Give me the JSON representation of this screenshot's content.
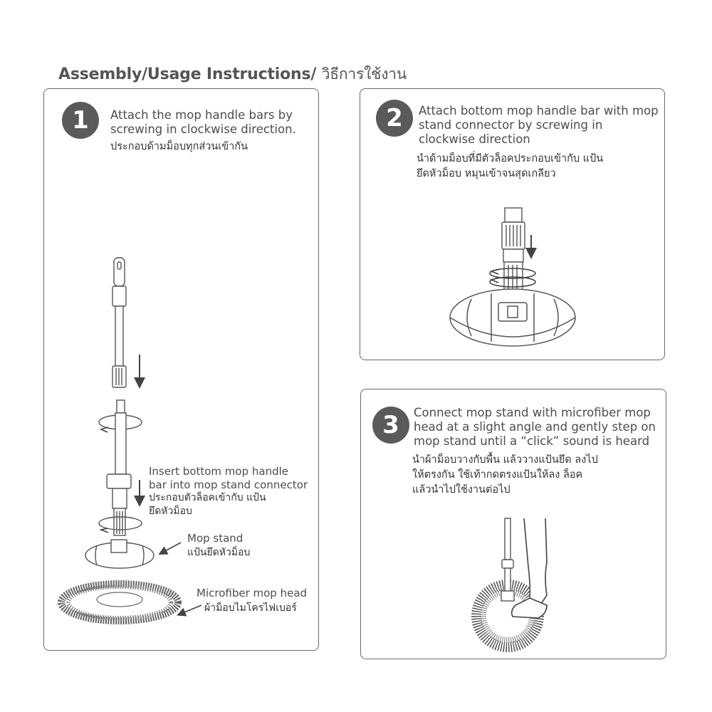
{
  "header": {
    "title_en": "Assembly/Usage Instructions",
    "title_sep": "/ ",
    "title_th": "วิธีการใช้งาน"
  },
  "step1": {
    "number": "1",
    "text_en": "Attach the mop handle bars by screwing in clockwise direction.",
    "text_th": "ประกอบด้ามม็อบทุกส่วนเข้ากัน",
    "label_insert_en": "Insert bottom mop handle bar into mop stand connector",
    "label_insert_th": "ประกอบตัวล็อคเข้ากับ แป้นยึดหัวม็อบ",
    "label_stand_en": "Mop stand",
    "label_stand_th": "แป้นยึดหัวม็อบ",
    "label_head_en": "Microfiber mop head",
    "label_head_th": "ผ้าม็อบไมโครไฟเบอร์"
  },
  "step2": {
    "number": "2",
    "text_en": "Attach bottom mop handle bar with mop stand connector by screwing in clockwise direction",
    "text_th": "นำด้ามม็อบที่มีตัวล็อคประกอบเข้ากับ แป้นยึดหัวม็อบ หมุนเข้าจนสุดเกลียว"
  },
  "step3": {
    "number": "3",
    "text_en": "Connect mop stand with microfiber mop head at a slight angle and gently step on mop stand until a “click” sound is heard",
    "text_th": "นำผ้าม็อบวางกับพื้น แล้ววางแป้นยึด ลงไปให้ตรงกัน ใช้เท้ากดตรงแป้นให้ลง ล็อค แล้วนำไปใช้งานต่อไป"
  },
  "colors": {
    "badge": "#5a5a5a",
    "border": "#6a6a6a",
    "text": "#4d4d4d"
  }
}
